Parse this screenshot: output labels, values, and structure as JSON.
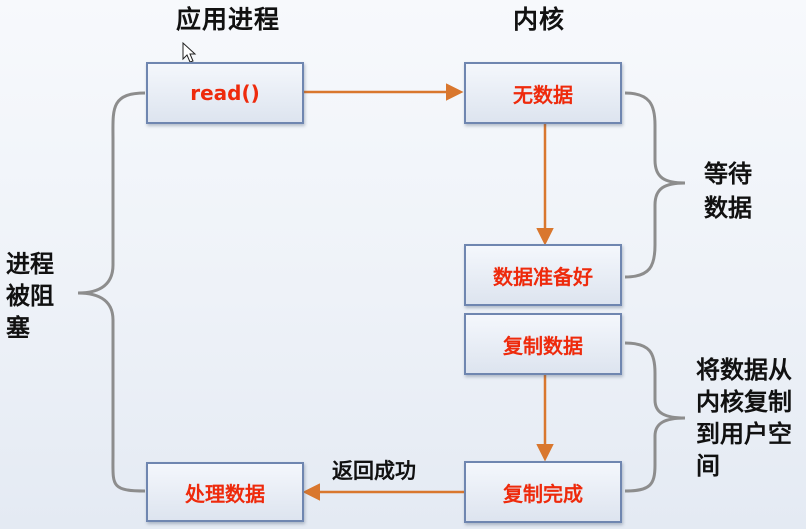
{
  "headings": {
    "app_process": "应用进程",
    "kernel": "内核"
  },
  "app_column": {
    "read_call": "read()",
    "process_data": "处理数据"
  },
  "kernel_column": {
    "no_data": "无数据",
    "data_ready": "数据准备好",
    "copy_data": "复制数据",
    "copy_done": "复制完成"
  },
  "labels": {
    "return_success": "返回成功",
    "process_blocked": [
      "进程",
      "被阻",
      "塞"
    ],
    "wait_data": [
      "等待",
      "数据"
    ],
    "copy_to_user": [
      "将数据从",
      "内核复制",
      "到用户空",
      "间"
    ]
  },
  "colors": {
    "arrow": "#d9772e",
    "box_text": "#ee2a0c",
    "box_border": "#6f86b0",
    "brace": "#8d8d8d"
  }
}
